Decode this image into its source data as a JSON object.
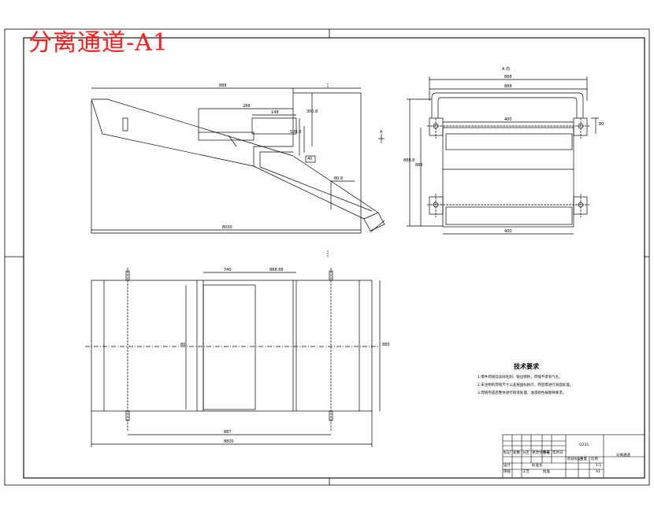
{
  "heading": "分离通道-A1",
  "dims": {
    "d_width_top": "888",
    "d_hole_span": "288",
    "d_small": "148",
    "d_side": "300.8",
    "d_bottom_total": "8000",
    "d_right_small": "500.8",
    "d_cut": "80.8",
    "d_plate": "40"
  },
  "section_label": "A",
  "view_label": "A 向",
  "right_view": {
    "top_dim": "888",
    "top_dim2": "888",
    "inner_dim": "400",
    "height_dim": "888.8",
    "inner_height": "888",
    "bottom_dim": "400",
    "right_dim": "80"
  },
  "bottom_view": {
    "dim_top_a": "740",
    "dim_top_b": "888.88",
    "dim_bottom_inner": "887",
    "dim_bottom_total": "8800",
    "dim_left_height": "80",
    "dim_right_height": "880"
  },
  "tech": {
    "title": "技术要求",
    "items": [
      "1.零件焊接前去除毛刺、锐边倒钝，焊缝不得有气孔。",
      "2.未注明的焊接尺寸公差按国标执行，焊后需进行表面处理。",
      "3.焊接完成后整体进行喷漆处理，油漆颜色按图样要求。"
    ]
  },
  "title_block": {
    "name": "分离通道",
    "material": "Q235",
    "scale": "1:1",
    "sheet": "A1",
    "labels": [
      "标记",
      "处数",
      "分区",
      "更改文件号",
      "签名",
      "年月日",
      "设计",
      "标准化",
      "审核",
      "工艺",
      "批准",
      "阶段标记",
      "重量",
      "比例"
    ]
  }
}
